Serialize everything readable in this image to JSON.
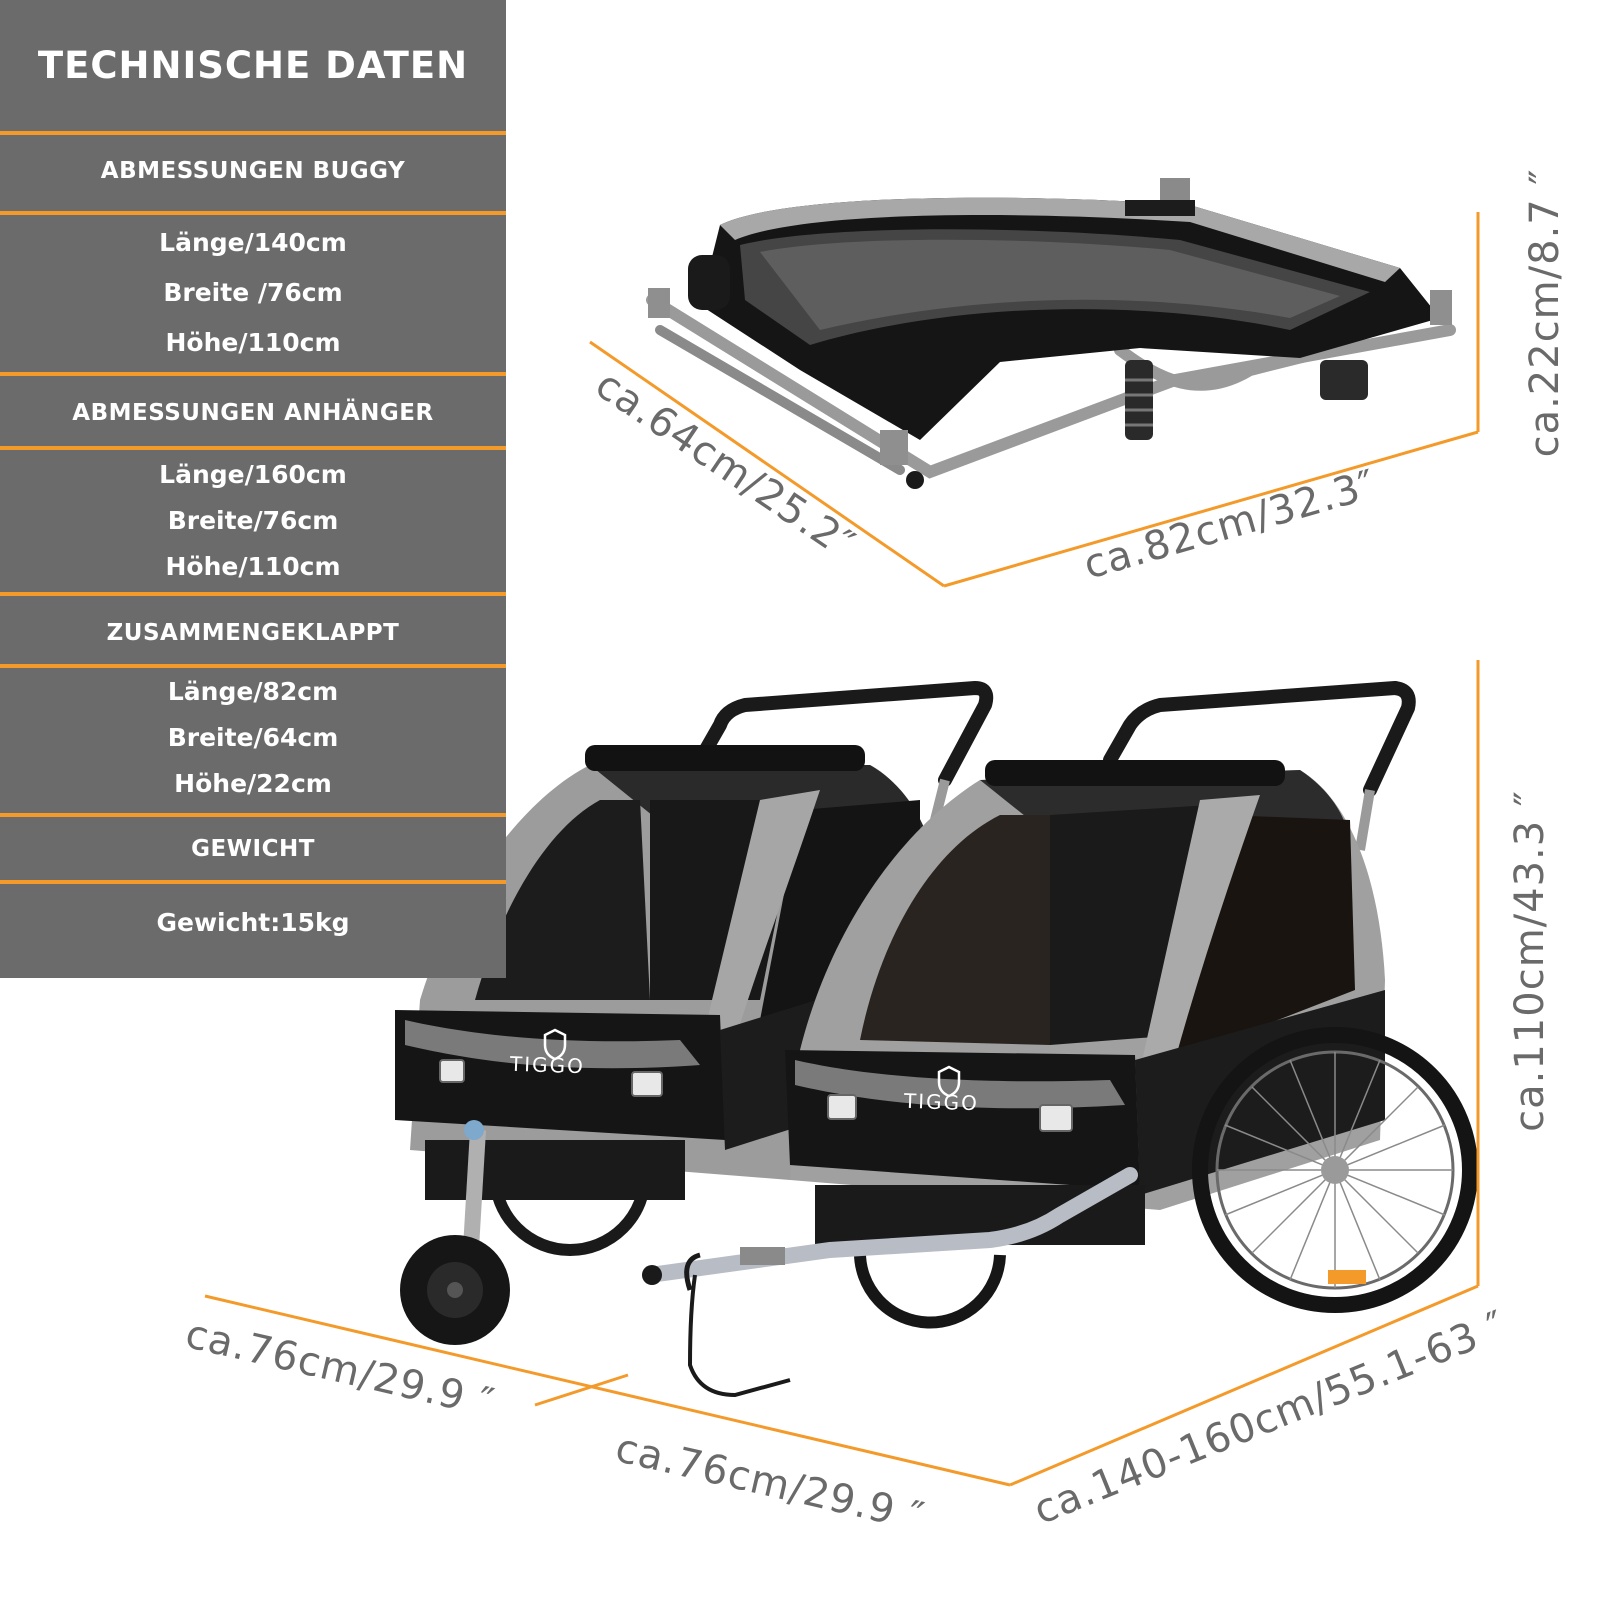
{
  "panel": {
    "title": "TECHNISCHE DATEN",
    "sections": [
      {
        "heading": "ABMESSUNGEN BUGGY",
        "rows": [
          "Länge/140cm",
          "Breite /76cm",
          "Höhe/110cm"
        ]
      },
      {
        "heading": "ABMESSUNGEN ANHÄNGER",
        "rows": [
          "Länge/160cm",
          "Breite/76cm",
          "Höhe/110cm"
        ]
      },
      {
        "heading": "ZUSAMMENGEKLAPPT",
        "rows": [
          "Länge/82cm",
          "Breite/64cm",
          "Höhe/22cm"
        ]
      },
      {
        "heading": "GEWICHT",
        "rows": [
          "Gewicht:15kg"
        ]
      }
    ]
  },
  "brand": {
    "logo_text": "TIGGO"
  },
  "dimensions": {
    "folded_depth": "ca.64cm/25.2″",
    "folded_length": "ca.82cm/32.3″",
    "folded_height": "ca.22cm/8.7 ″",
    "buggy_width": "ca.76cm/29.9 ″",
    "trailer_width": "ca.76cm/29.9 ″",
    "assembled_length": "ca.140-160cm/55.1-63 ″",
    "assembled_height": "ca.110cm/43.3 ″"
  },
  "colors": {
    "panel_bg": "#6b6b6b",
    "accent": "#f39a2a",
    "label_text": "#6a6a6a",
    "canopy_gray": "#a3a3a3",
    "body_black": "#141414"
  }
}
